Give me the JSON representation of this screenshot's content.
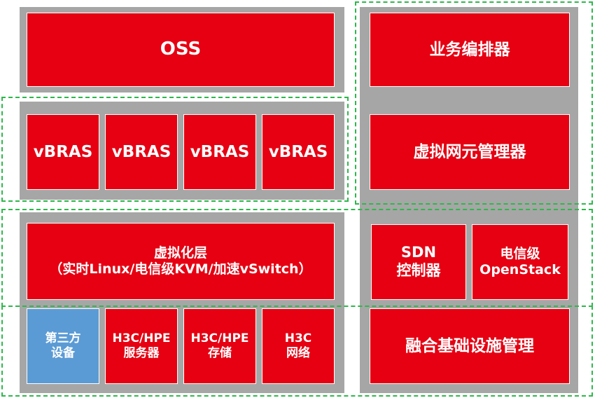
{
  "colors": {
    "panel": "#a6a6a6",
    "box_red": "#e60012",
    "box_blue": "#5b9bd5",
    "dashed_green": "#2db84b",
    "text": "#ffffff"
  },
  "left_column": {
    "oss": "OSS",
    "vbras": [
      "vBRAS",
      "vBRAS",
      "vBRAS",
      "vBRAS"
    ],
    "virtualization": {
      "line1": "虚拟化层",
      "line2": "（实时Linux/电信级KVM/加速vSwitch）"
    },
    "hardware": [
      {
        "line1": "第三方",
        "line2": "设备"
      },
      {
        "line1": "H3C/HPE",
        "line2": "服务器"
      },
      {
        "line1": "H3C/HPE",
        "line2": "存储"
      },
      {
        "line1": "H3C",
        "line2": "网络"
      }
    ]
  },
  "right_column": {
    "orchestrator": "业务编排器",
    "vnfm": "虚拟网元管理器",
    "sdn": {
      "line1": "SDN",
      "line2": "控制器"
    },
    "openstack": {
      "line1": "电信级",
      "line2": "OpenStack"
    },
    "infra_mgmt": "融合基础设施管理"
  }
}
